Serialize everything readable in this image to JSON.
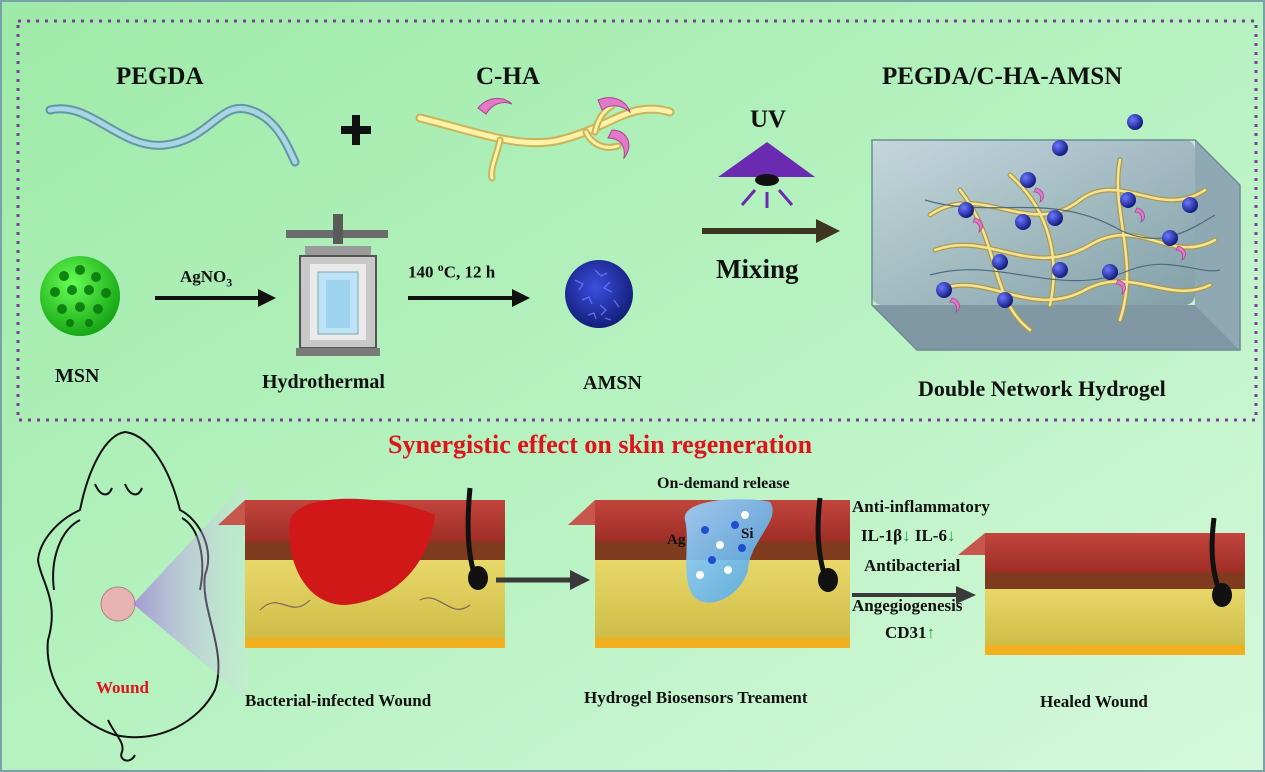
{
  "top": {
    "pegda": "PEGDA",
    "plus": "+",
    "cha": "C-HA",
    "product": "PEGDA/C-HA-AMSN",
    "uv": "UV",
    "mixing": "Mixing",
    "agno3_base": "AgNO",
    "agno3_sub": "3",
    "conditions_pre": "140 ",
    "conditions_sup": "o",
    "conditions_post": "C, 12 h",
    "msn": "MSN",
    "hydrothermal": "Hydrothermal",
    "amsn": "AMSN",
    "hydrogel": "Double Network Hydrogel"
  },
  "bottom": {
    "headline": "Synergistic effect on  skin regeneration",
    "wound_label": "Wound",
    "infected": "Bacterial-infected Wound",
    "treatment": "Hydrogel Biosensors Treament",
    "healed": "Healed Wound",
    "release": "On-demand release",
    "ag": "Ag",
    "si": "Si",
    "anti_inflammatory": "Anti-inflammatory",
    "il1b": "IL-1β",
    "il6": "IL-6",
    "antibacterial": "Antibacterial",
    "angiogenesis": "Angegiogenesis",
    "cd31": "CD31",
    "down_arrow": "↓",
    "up_arrow": "↑"
  },
  "colors": {
    "background": "#aef0b8",
    "headline": "#e0121a",
    "indicator": "#1f9e3c"
  }
}
